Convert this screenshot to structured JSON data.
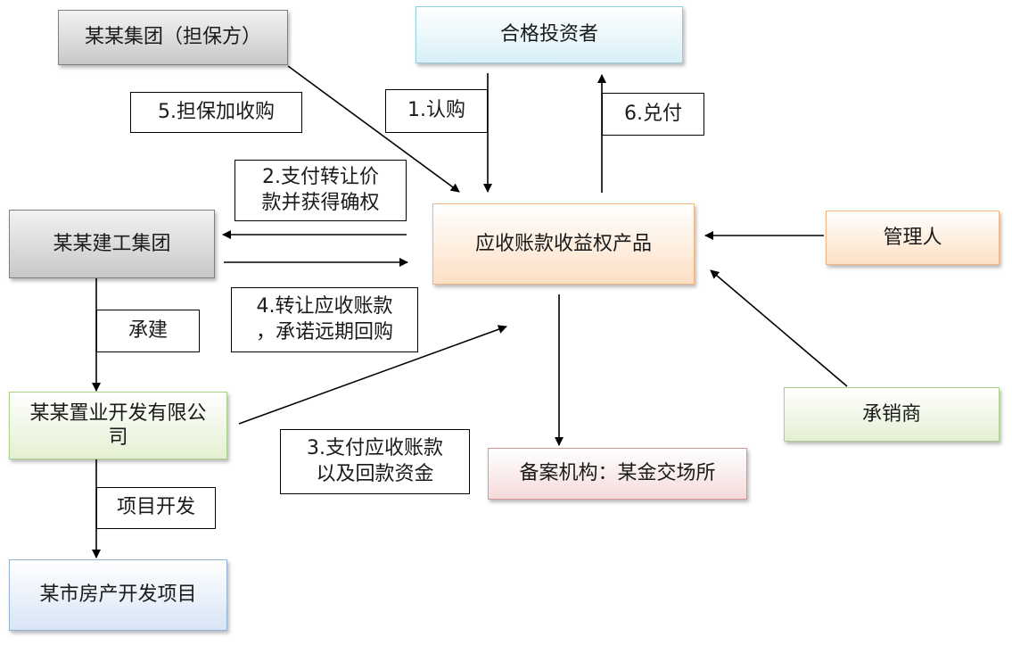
{
  "nodes": {
    "guarantor_group": "某某集团（担保方）",
    "qualified_investors": "合格投资者",
    "receivables_product": "应收账款收益权产品",
    "construction_group": "某某建工集团",
    "manager": "管理人",
    "real_estate_company": "某某置业开发有限公司",
    "underwriter": "承销商",
    "registration_agency": "备案机构：某金交场所",
    "city_real_estate_project": "某市房产开发项目"
  },
  "labels": {
    "step1": "1.认购",
    "step2": "2.支付转让价\n款并获得确权",
    "step3": "3.支付应收账款\n以及回款资金",
    "step4": "4.转让应收账款\n，承诺远期回购",
    "step5": "5.担保加收购",
    "step6": "6.兑付",
    "build": "承建",
    "develop": "项目开发"
  },
  "colors": {
    "arrow": "#000000"
  }
}
